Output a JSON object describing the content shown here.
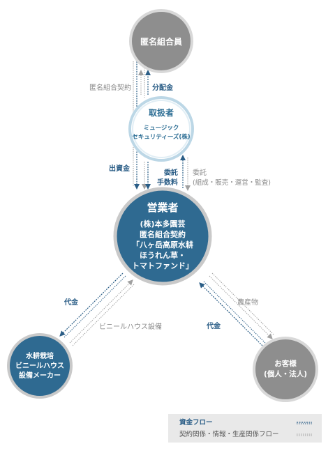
{
  "nodes": {
    "investor": {
      "label": "匿名組合員"
    },
    "handler": {
      "title": "取扱者",
      "line1": "ミュージック",
      "line2": "セキュリティーズ(株)"
    },
    "operator": {
      "title": "営業者",
      "lines": [
        "(株)本多園芸",
        "匿名組合契約",
        "「八ヶ岳高原水耕",
        "ほうれん草・",
        "トマトファンド」"
      ]
    },
    "maker": {
      "lines": [
        "水耕栽培",
        "ビニールハウス",
        "設備メーカー"
      ]
    },
    "customer": {
      "lines": [
        "お客様",
        "(個人・法人)"
      ]
    }
  },
  "flows": {
    "contract": "匿名組合契約",
    "dividend": "分配金",
    "investment": "出資金",
    "commission_1": "委託",
    "commission_2": "手数料",
    "delegation_1": "委託",
    "delegation_2": "(組成・販売・運営・監査)",
    "payment_maker": "代金",
    "greenhouse": "ビニールハウス設備",
    "produce": "農産物",
    "payment_customer": "代金"
  },
  "legend": {
    "money_flow": "資金フロー",
    "contract_flow": "契約関係・情報・生産関係フロー"
  },
  "colors": {
    "blue_node": "#2f6a91",
    "gray_node": "#8e8e8e",
    "money_line": "#2a5d86",
    "contract_line": "#9a9a9a",
    "legend_bg": "#e9e9e9"
  }
}
